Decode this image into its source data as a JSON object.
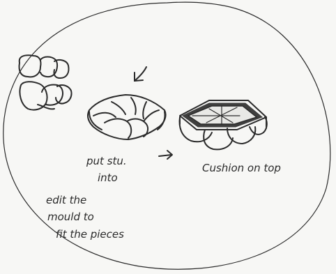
{
  "labels": {
    "put_into": [
      "put stu.",
      "into"
    ],
    "cushion": "Cushion on top",
    "note": [
      "edit the",
      "mould to",
      "fit the pieces"
    ]
  },
  "colors": {
    "paper": "#f7f7f5",
    "ink": "#2a2a2a"
  }
}
